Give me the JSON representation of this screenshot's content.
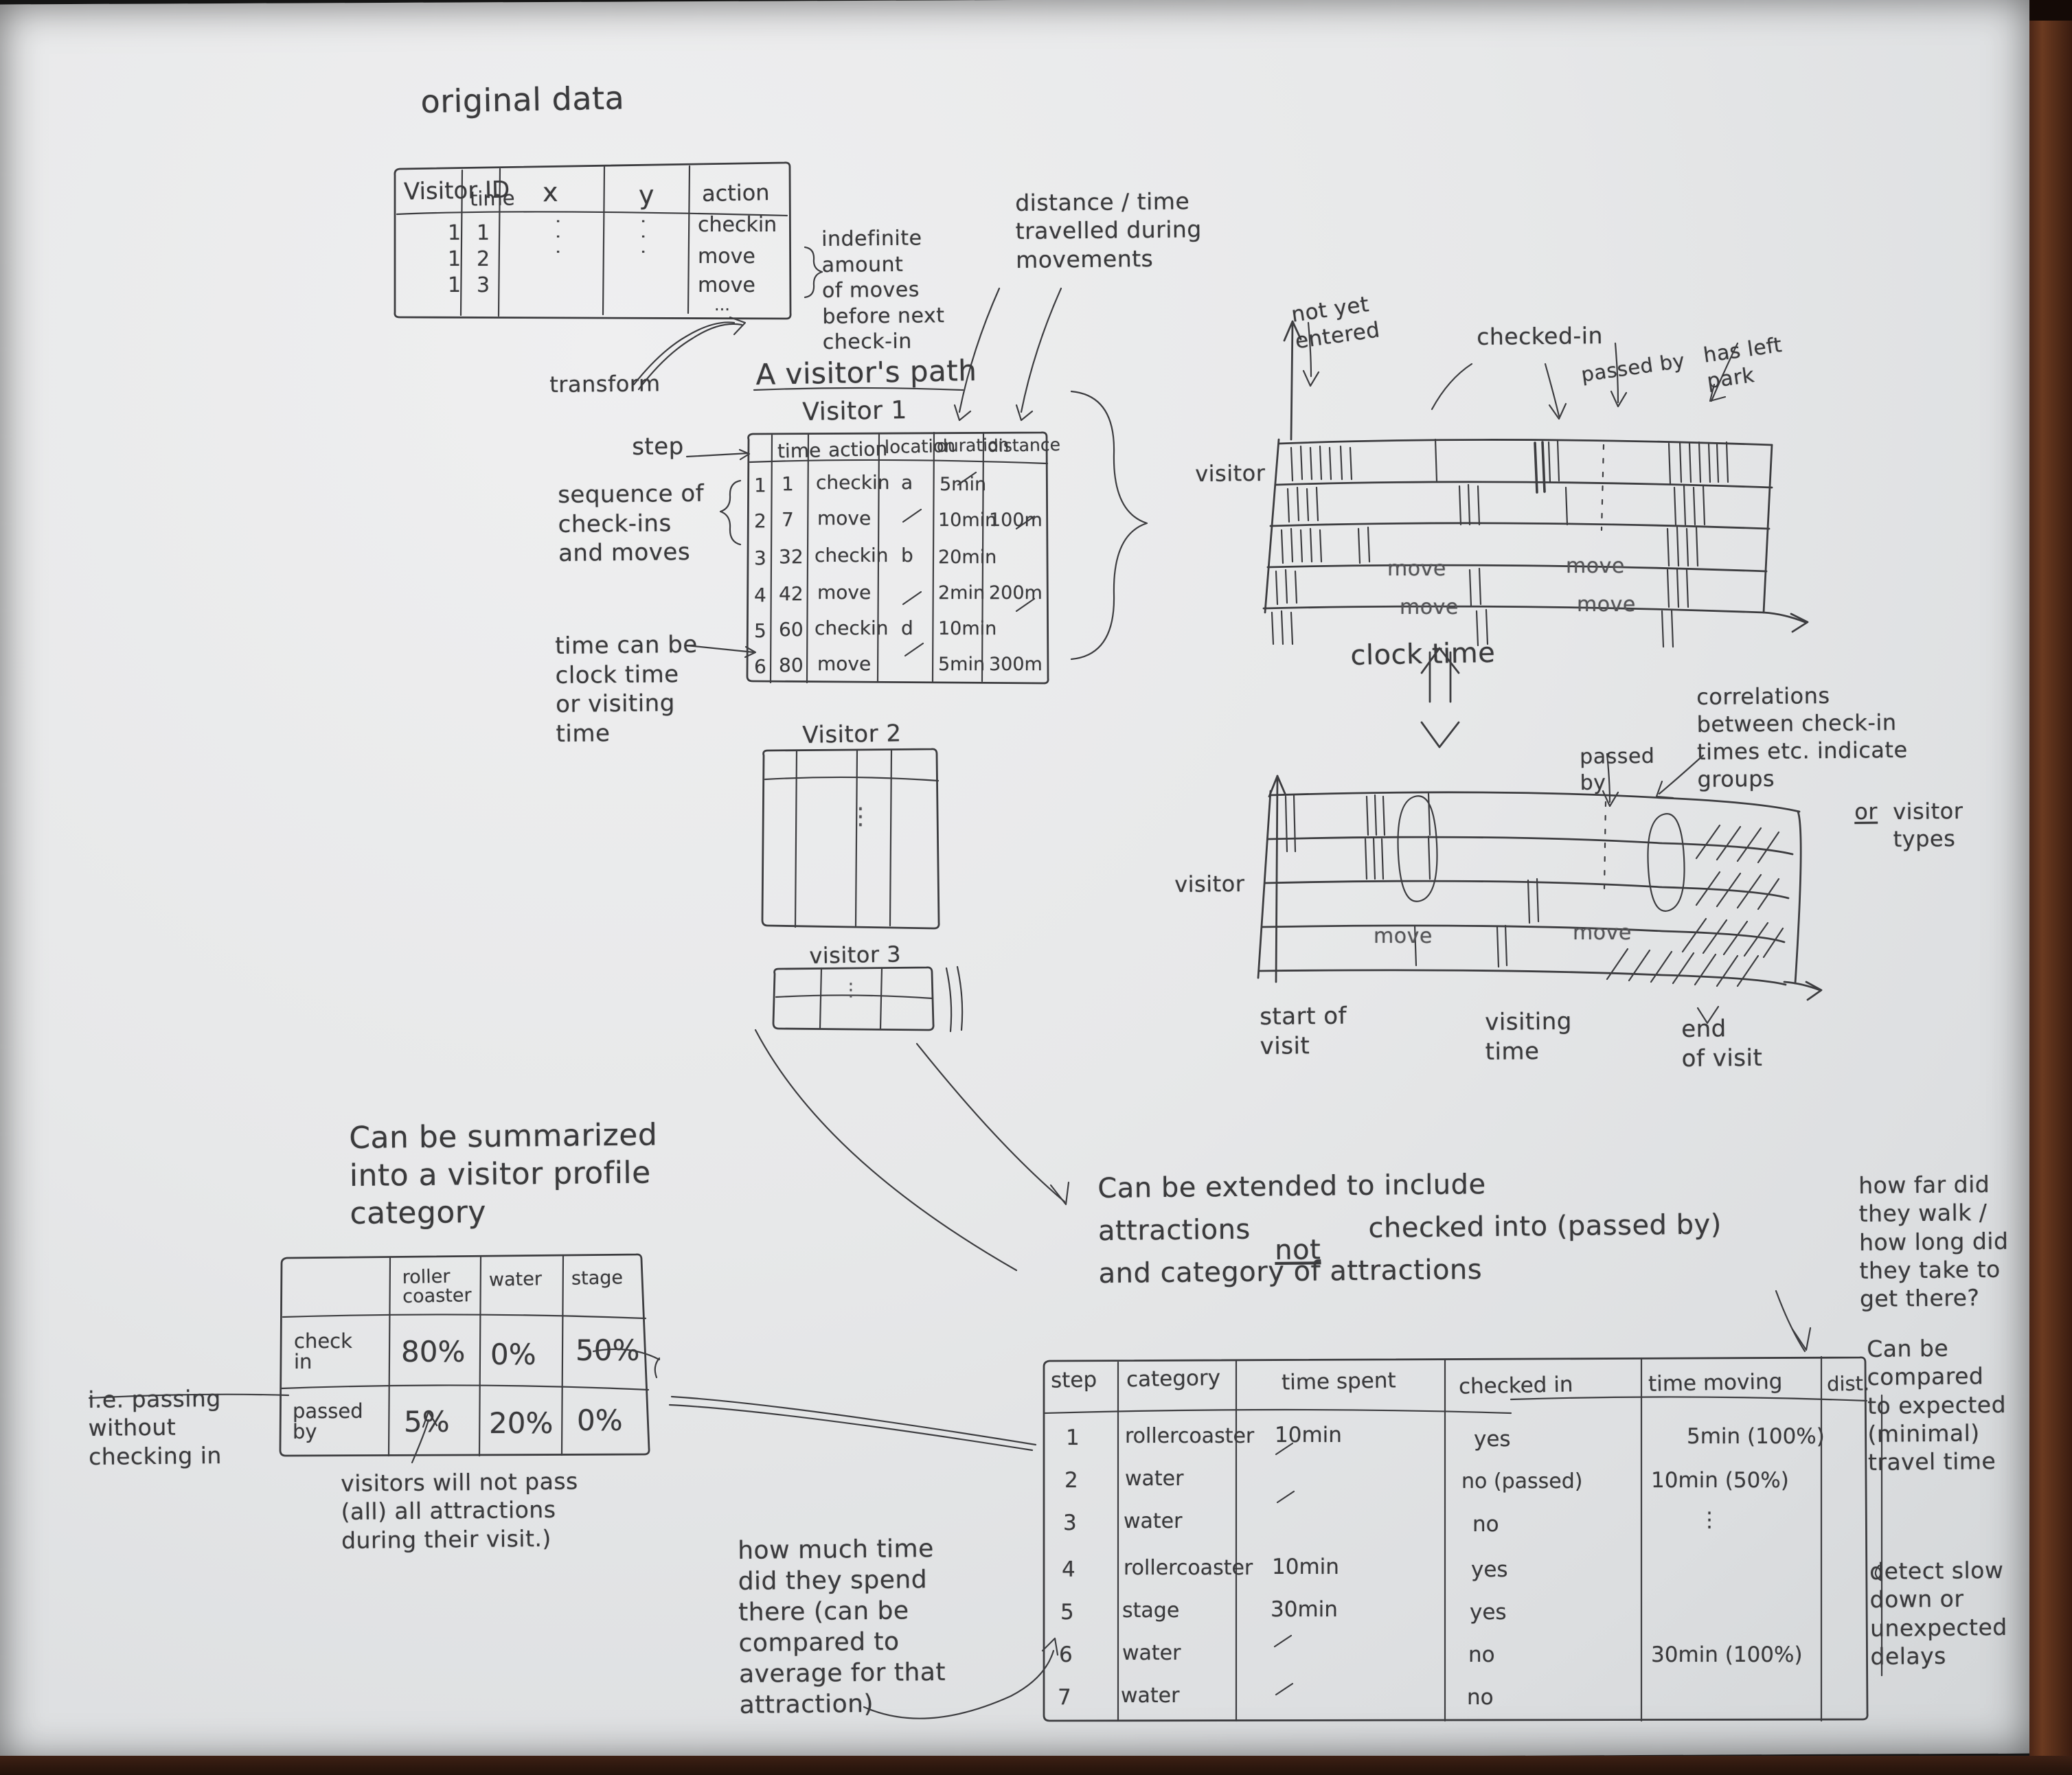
{
  "page": {
    "kind": "hand-drawn notebook sketch",
    "subject": "theme park visitor movement data model"
  },
  "original_data": {
    "title": "original data",
    "columns": [
      "Visitor ID",
      "time",
      "x",
      "y",
      "action"
    ],
    "rows": [
      [
        "1",
        "1",
        "...",
        "...",
        "checkin"
      ],
      [
        "1",
        "2",
        "...",
        "...",
        "move"
      ],
      [
        "1",
        "3",
        "...",
        "...",
        "move"
      ],
      [
        "1",
        "",
        "",
        "",
        "..."
      ]
    ],
    "brace_note": "indefinite\namount\nof moves\nbefore next\ncheck-in"
  },
  "annotations": {
    "transform": "transform",
    "distance_time": "distance / time\ntravelled during\nmovements",
    "step_label": "step",
    "sequence_note": "sequence of\ncheck-ins\nand moves",
    "time_note": "time can be\nclock time\nor visiting\ntime",
    "correlations": "correlations\nbetween check-in\ntimes etc. indicate\ngroups",
    "correlations_or": "or",
    "correlations_tail": "visitor\ntypes",
    "summarized": "Can be summarized\ninto a visitor profile\ncategory",
    "passing_note": "i.e. passing\nwithout\nchecking in",
    "not_all_note": "visitors will not pass\n(all) all attractions\nduring their visit.)",
    "extended": "Can be extended to include\nattractions             checked into (passed by)\nand category of attractions",
    "extended_not": "not",
    "how_much_time": "how much time\ndid they spend\nthere (can be\ncompared to\naverage for that\nattraction)",
    "how_far": "how far did\nthey walk /\nhow long did\nthey take to\nget there?",
    "compared": "Can be\ncompared\nto expected\n(minimal)\ntravel time",
    "detect": "detect slow\ndown or\nunexpected\ndelays"
  },
  "visitor_path": {
    "title": "A visitor's path",
    "subtitle": "Visitor 1",
    "columns": [
      "",
      "time",
      "action",
      "location",
      "duration",
      "distance"
    ],
    "rows": [
      [
        "1",
        "1",
        "checkin",
        "a",
        "5min",
        "/"
      ],
      [
        "2",
        "7",
        "move",
        "/",
        "10min",
        "100m"
      ],
      [
        "3",
        "32",
        "checkin",
        "b",
        "20min",
        "/"
      ],
      [
        "4",
        "42",
        "move",
        "/",
        "2min",
        "200m"
      ],
      [
        "5",
        "60",
        "checkin",
        "d",
        "10min",
        "/"
      ],
      [
        "6",
        "80",
        "move",
        "/",
        "5min",
        "300m"
      ]
    ]
  },
  "visitor2": {
    "title": "Visitor 2",
    "ellipsis": "⋮"
  },
  "visitor3": {
    "title": "visitor 3",
    "ellipsis": "⋮"
  },
  "timeline_top": {
    "axis_label": "visitor",
    "x_label": "clock time",
    "callouts": [
      "not yet\nentered",
      "checked-in",
      "passed by",
      "has left\npark"
    ],
    "segment_labels": [
      "move",
      "move",
      "move",
      "move"
    ]
  },
  "timeline_bottom": {
    "axis_label": "visitor",
    "ticks": [
      "start of\nvisit",
      "visiting\ntime",
      "end\nof visit"
    ],
    "callouts": [
      "passed\nby"
    ]
  },
  "profile_table": {
    "columns": [
      "",
      "roller\ncoaster",
      "water",
      "stage"
    ],
    "rows": [
      {
        "label": "check\nin",
        "values": [
          "80%",
          "0%",
          "50%"
        ]
      },
      {
        "label": "passed\nby",
        "values": [
          "5%",
          "20%",
          "0%"
        ]
      }
    ]
  },
  "extended_table": {
    "columns": [
      "step",
      "category",
      "time spent",
      "checked in",
      "time moving",
      "dist."
    ],
    "rows": [
      [
        "1",
        "rollercoaster",
        "10min",
        "yes",
        "5min (100%)",
        ""
      ],
      [
        "2",
        "water",
        "/",
        "no (passed)",
        "10min (50%)",
        ""
      ],
      [
        "3",
        "water",
        "/",
        "no",
        "⋮",
        ""
      ],
      [
        "4",
        "rollercoaster",
        "10min",
        "yes",
        "",
        ""
      ],
      [
        "5",
        "stage",
        "30min",
        "yes",
        "",
        ""
      ],
      [
        "6",
        "water",
        "/",
        "no",
        "30min (100%)",
        ""
      ],
      [
        "7",
        "water",
        "/",
        "no",
        "",
        ""
      ]
    ]
  },
  "colors": {
    "paper": "#e7e8e9",
    "ink": "#3a3a3c",
    "desk": "#5a2e19"
  }
}
